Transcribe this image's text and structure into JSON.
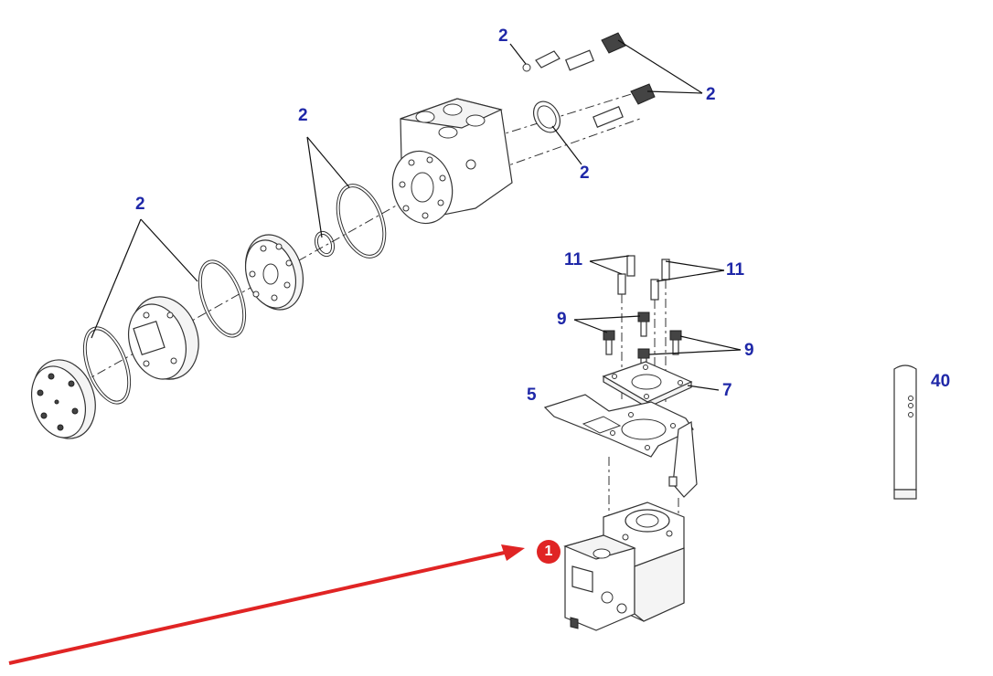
{
  "diagram": {
    "colors": {
      "callout_text": "#1f28a8",
      "arrow": "#e02424",
      "badge": "#e02424",
      "linework": "#333333"
    },
    "callouts": [
      {
        "id": "c-2-a",
        "text": "2"
      },
      {
        "id": "c-2-b",
        "text": "2"
      },
      {
        "id": "c-2-c",
        "text": "2"
      },
      {
        "id": "c-2-d",
        "text": "2"
      },
      {
        "id": "c-2-e",
        "text": "2"
      },
      {
        "id": "c-11-a",
        "text": "11"
      },
      {
        "id": "c-11-b",
        "text": "11"
      },
      {
        "id": "c-9-a",
        "text": "9"
      },
      {
        "id": "c-9-b",
        "text": "9"
      },
      {
        "id": "c-5",
        "text": "5"
      },
      {
        "id": "c-7",
        "text": "7"
      },
      {
        "id": "c-40",
        "text": "40"
      }
    ],
    "highlight_badge": {
      "text": "1",
      "icon": "red-arrow-pointer"
    }
  }
}
